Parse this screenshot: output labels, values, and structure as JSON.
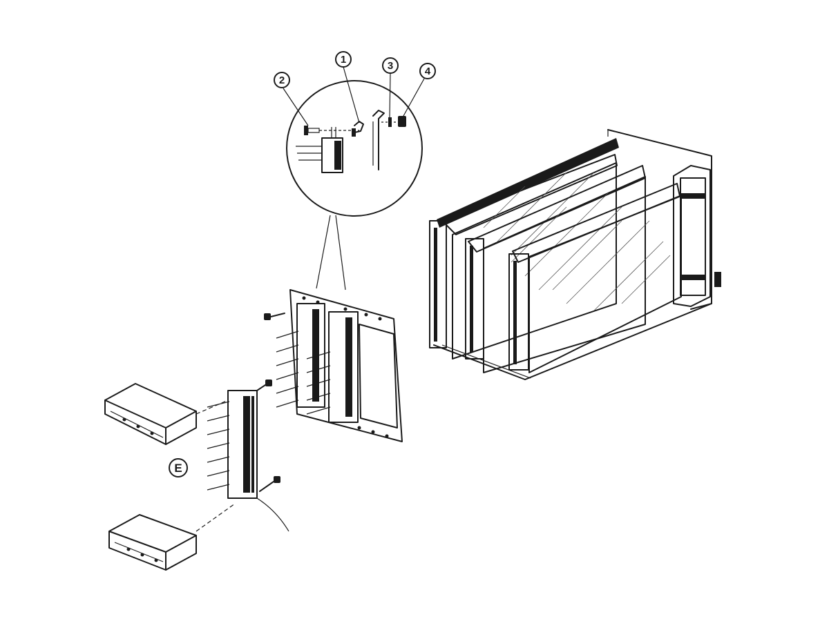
{
  "diagram": {
    "callouts": [
      {
        "id": "callout-1",
        "text": "1"
      },
      {
        "id": "callout-2",
        "text": "2"
      },
      {
        "id": "callout-3",
        "text": "3"
      },
      {
        "id": "callout-4",
        "text": "4"
      }
    ],
    "view_label": "E"
  }
}
